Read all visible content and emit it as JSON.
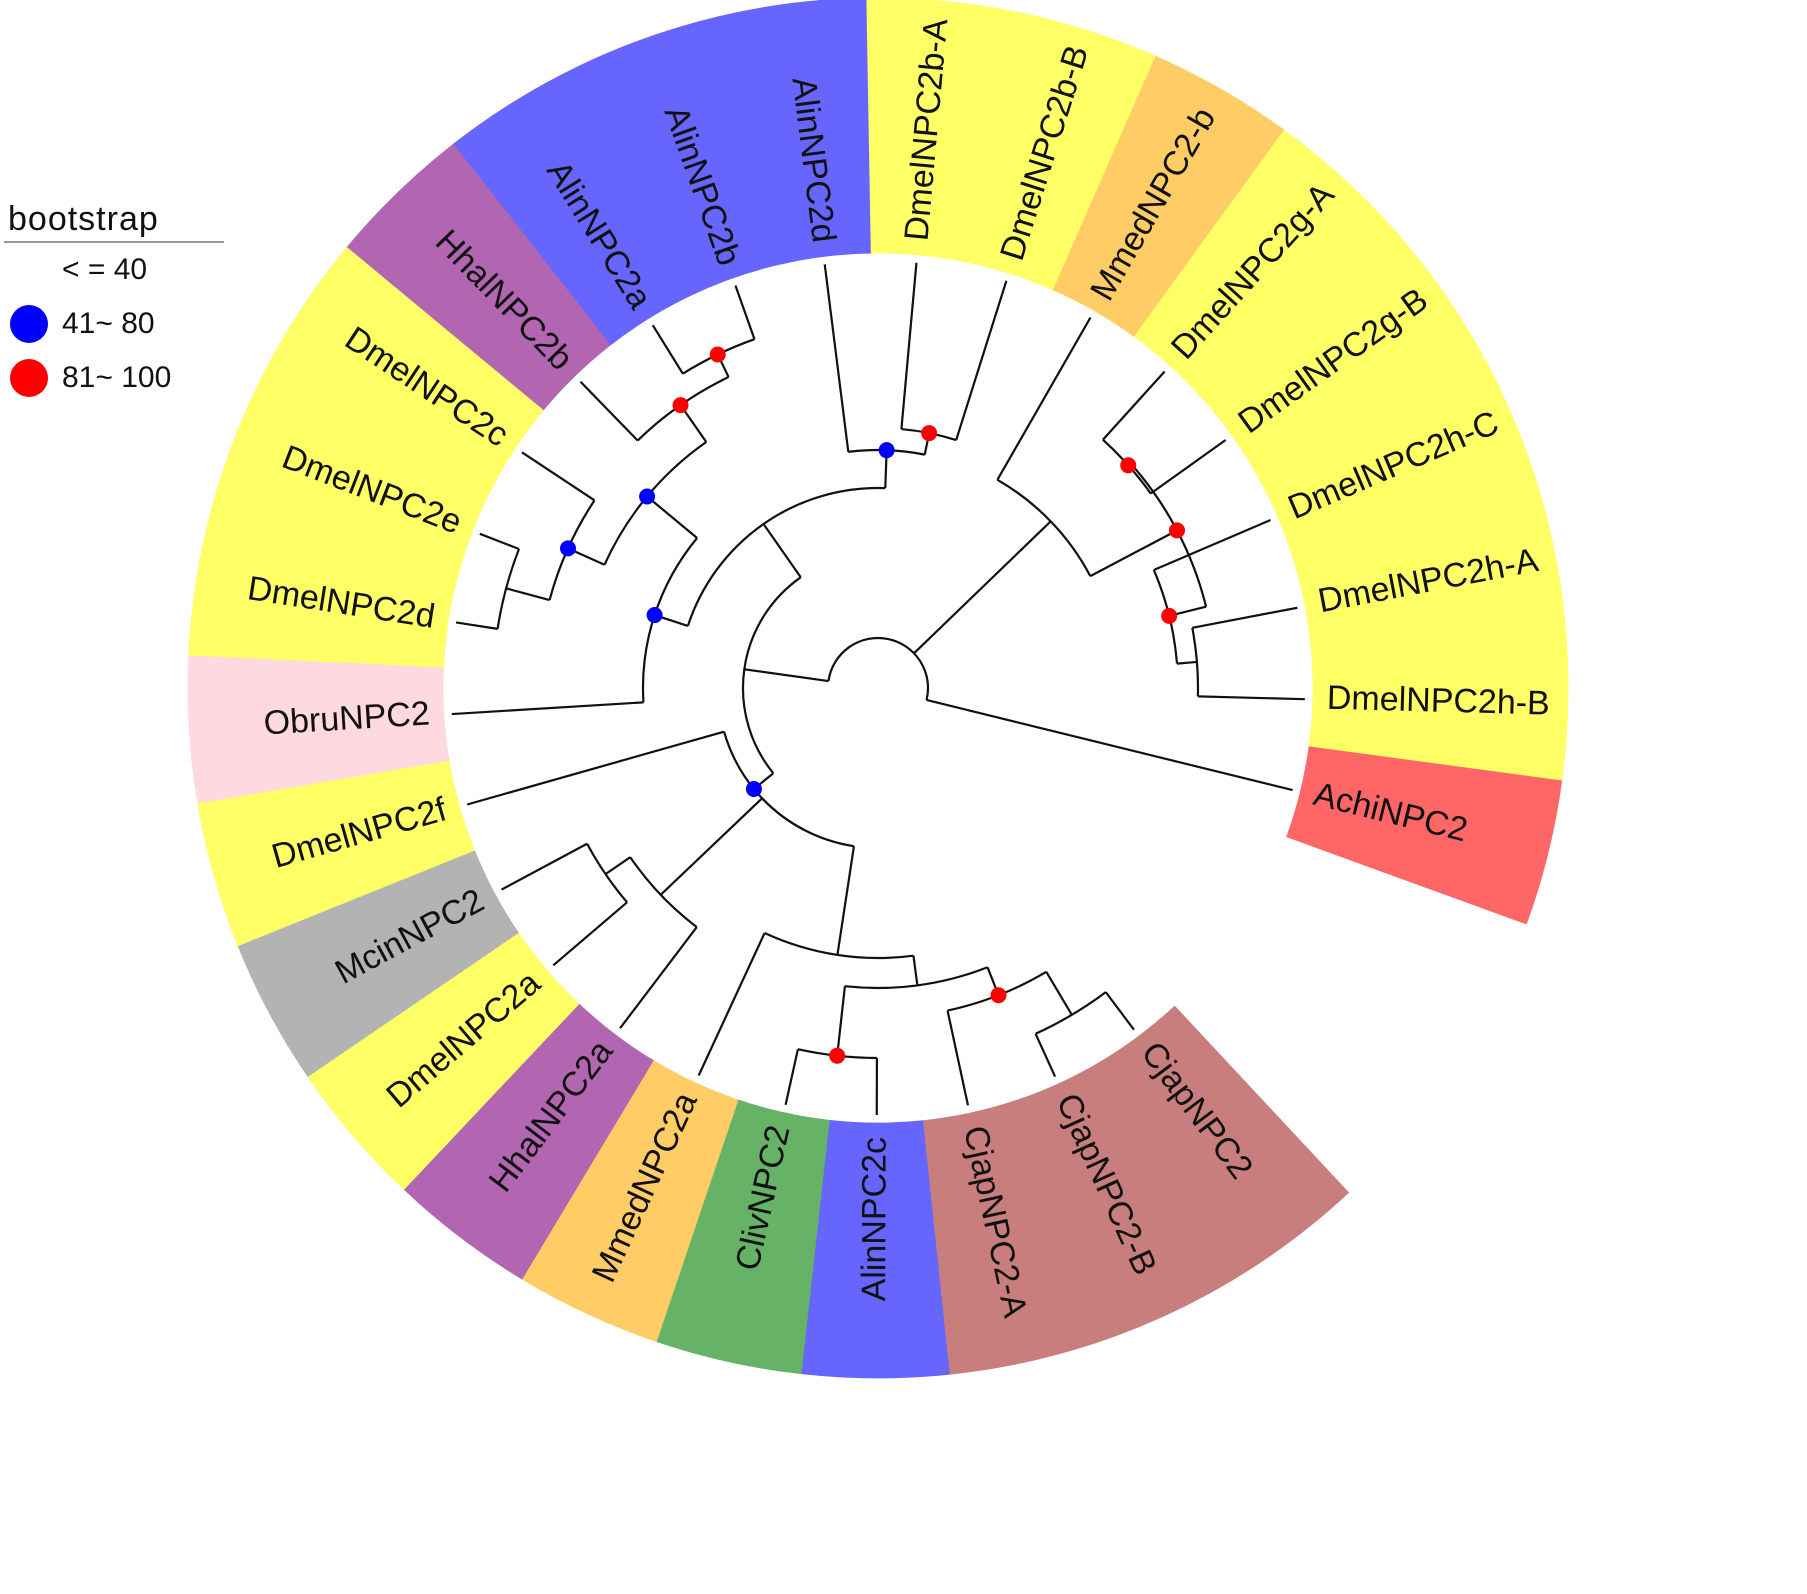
{
  "legend": {
    "title": "bootstrap",
    "items": [
      {
        "label": "< = 40",
        "color": ""
      },
      {
        "label": "41~ 80",
        "color": "#0000ff"
      },
      {
        "label": "81~ 100",
        "color": "#ff0000"
      }
    ]
  },
  "leaves": [
    {
      "label": "AchiNPC2",
      "color": "#ff6666"
    },
    {
      "label": "DmelNPC2h-B",
      "color": "#ffff66"
    },
    {
      "label": "DmelNPC2h-A",
      "color": "#ffff66"
    },
    {
      "label": "DmelNPC2h-C",
      "color": "#ffff66"
    },
    {
      "label": "DmelNPC2g-B",
      "color": "#ffff66"
    },
    {
      "label": "DmelNPC2g-A",
      "color": "#ffff66"
    },
    {
      "label": "MmedNPC2-b",
      "color": "#ffcc66"
    },
    {
      "label": "DmelNPC2b-B",
      "color": "#ffff66"
    },
    {
      "label": "DmelNPC2b-A",
      "color": "#ffff66"
    },
    {
      "label": "AlinNPC2d",
      "color": "#6666ff"
    },
    {
      "label": "AlinNPC2b",
      "color": "#6666ff"
    },
    {
      "label": "AlinNPC2a",
      "color": "#6666ff"
    },
    {
      "label": "HhalNPC2b",
      "color": "#b266b2"
    },
    {
      "label": "DmelNPC2c",
      "color": "#ffff66"
    },
    {
      "label": "DmelNPC2e",
      "color": "#ffff66"
    },
    {
      "label": "DmelNPC2d",
      "color": "#ffff66"
    },
    {
      "label": "ObruNPC2",
      "color": "#ffd9e0"
    },
    {
      "label": "DmelNPC2f",
      "color": "#ffff66"
    },
    {
      "label": "McinNPC2",
      "color": "#b3b3b3"
    },
    {
      "label": "DmelNPC2a",
      "color": "#ffff66"
    },
    {
      "label": "HhalNPC2a",
      "color": "#b266b2"
    },
    {
      "label": "MmedNPC2a",
      "color": "#ffcc66"
    },
    {
      "label": "ClivNPC2",
      "color": "#66b266"
    },
    {
      "label": "AlinNPC2c",
      "color": "#6666ff"
    },
    {
      "label": "CjapNPC2-A",
      "color": "#c97e7e"
    },
    {
      "label": "CjapNPC2-B",
      "color": "#c97e7e"
    },
    {
      "label": "CjapNPC2",
      "color": "#c97e7e"
    }
  ],
  "bootstrap_colors": {
    "mid": "#0000ff",
    "high": "#ff0000"
  }
}
